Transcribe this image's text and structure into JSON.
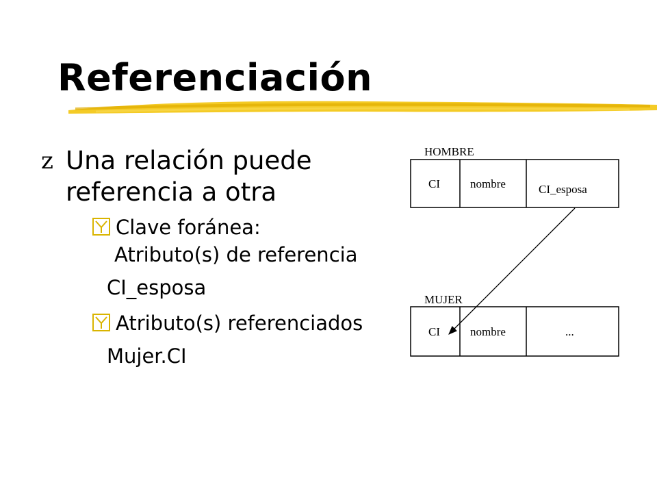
{
  "slide": {
    "title": "Referenciación",
    "bullet_marker": "z",
    "main_bullet": "Una relación puede referencia a otra",
    "subbullets": [
      {
        "marker": "y",
        "text": "Clave foránea: Atributo(s) de referencia",
        "value": "CI_esposa"
      },
      {
        "marker": "y",
        "text": "Atributo(s) referenciados",
        "value": "Mujer.CI"
      }
    ]
  },
  "diagram": {
    "tables": [
      {
        "name": "HOMBRE",
        "columns": [
          "CI",
          "nombre",
          "CI_esposa"
        ]
      },
      {
        "name": "MUJER",
        "columns": [
          "CI",
          "nombre",
          "..."
        ]
      }
    ]
  },
  "colors": {
    "accent": "#f2c200",
    "checkbox": "#d9b400"
  }
}
